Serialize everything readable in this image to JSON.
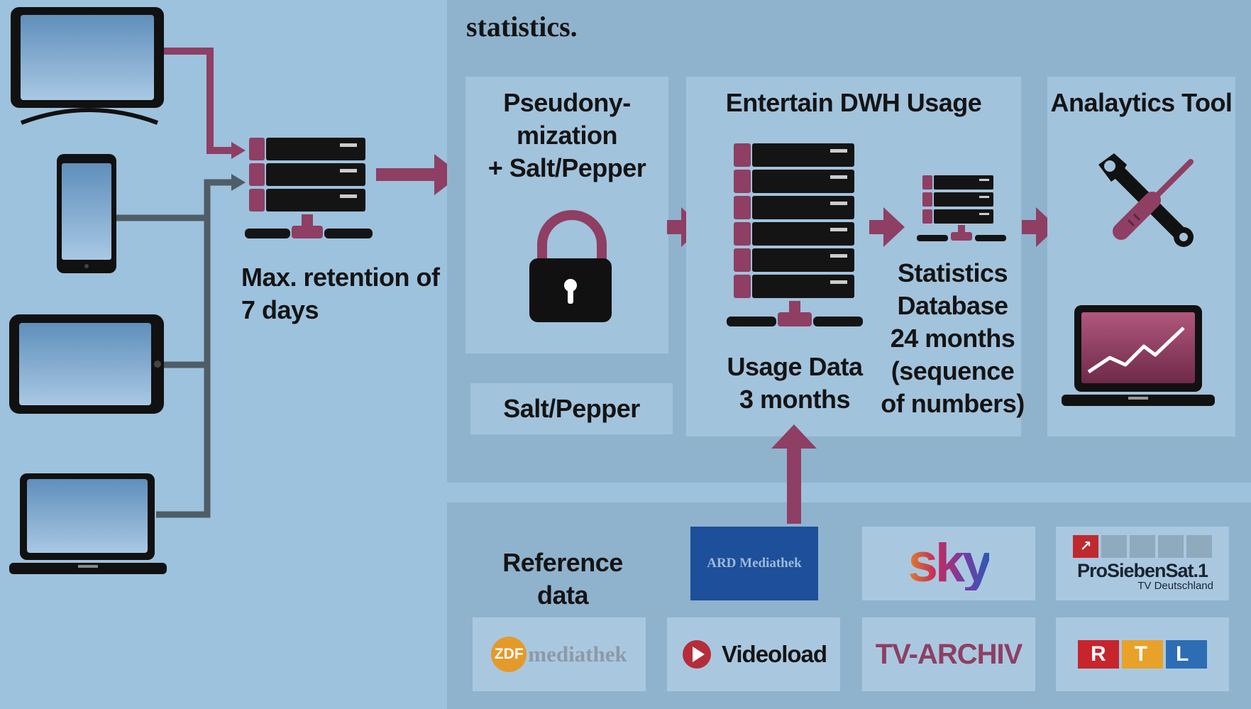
{
  "heading_fragment": "statistics.",
  "devices": [
    "tv-icon",
    "smartphone-icon",
    "tablet-icon",
    "laptop-icon"
  ],
  "collector": {
    "retention_line1": "Max. retention of",
    "retention_line2": "7 days"
  },
  "pseudonymization": {
    "line1": "Pseudony-",
    "line2": "mization",
    "line3": "+ Salt/Pepper",
    "salt_pepper_label": "Salt/Pepper"
  },
  "dwh": {
    "title": "Entertain DWH Usage",
    "usage_line1": "Usage Data",
    "usage_line2": "3 months",
    "stats_line1": "Statistics",
    "stats_line2": "Database",
    "stats_line3": "24 months",
    "stats_line4": "(sequence",
    "stats_line5": "of numbers)"
  },
  "analytics": {
    "title": "Analaytics Tool"
  },
  "reference": {
    "label": "Reference data",
    "logos": {
      "ard": "ARD Mediathek",
      "sky": "sky",
      "prosieben_main": "ProSiebenSat.1",
      "prosieben_sub": "TV Deutschland",
      "zdf": "mediathek",
      "zdf_prefix": "ZDF",
      "videoload": "Videoload",
      "tvarchiv": "TV-ARCHIV",
      "rtl": "RTL"
    }
  },
  "colors": {
    "accent": "#8e3f63",
    "background": "#9dc2dd",
    "panel": "#8fb3cd",
    "box": "#a2c3dc",
    "server_dark": "#141414"
  }
}
